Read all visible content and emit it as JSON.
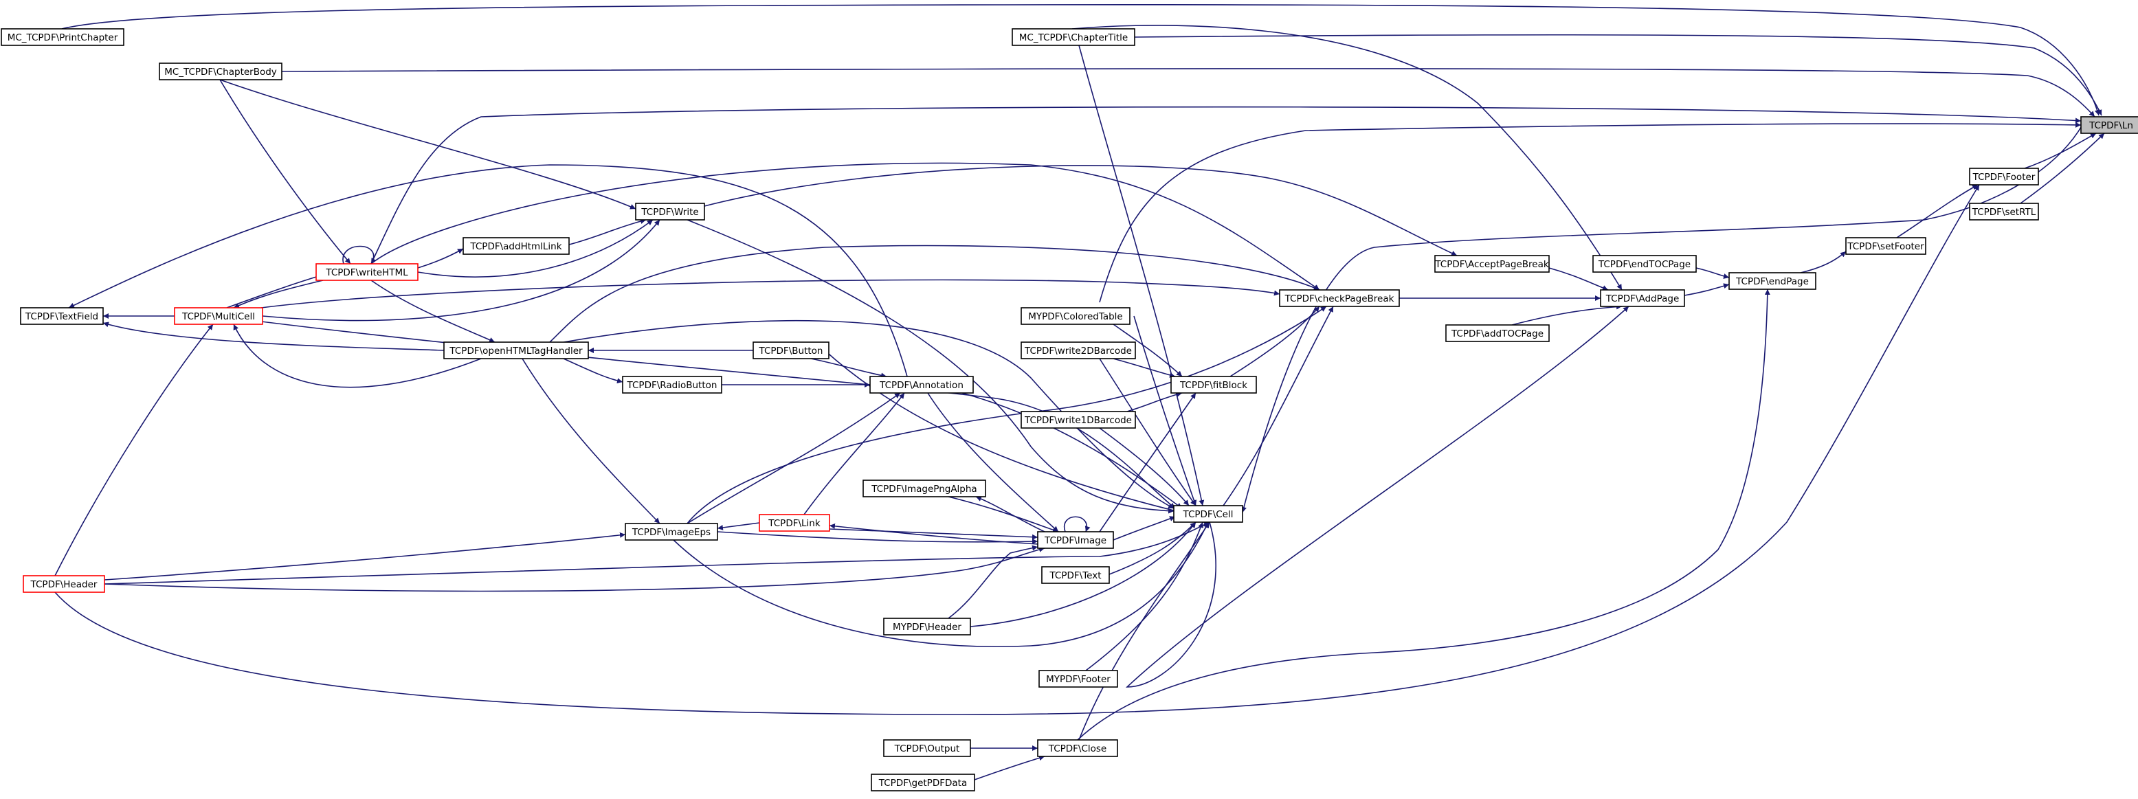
{
  "nodes": {
    "ln": "TCPDF\\Ln",
    "printChapter": "MC_TCPDF\\PrintChapter",
    "chapterTitle": "MC_TCPDF\\ChapterTitle",
    "chapterBody": "MC_TCPDF\\ChapterBody",
    "footer": "TCPDF\\Footer",
    "setRTL": "TCPDF\\setRTL",
    "setFooter": "TCPDF\\setFooter",
    "write": "TCPDF\\Write",
    "endTOCPage": "TCPDF\\endTOCPage",
    "endPage": "TCPDF\\endPage",
    "acceptPageBreak": "TCPDF\\AcceptPageBreak",
    "addHtmlLink": "TCPDF\\addHtmlLink",
    "writeHTML": "TCPDF\\writeHTML",
    "checkPageBreak": "TCPDF\\checkPageBreak",
    "addPage": "TCPDF\\AddPage",
    "textField": "TCPDF\\TextField",
    "multiCell": "TCPDF\\MultiCell",
    "coloredTable": "MYPDF\\ColoredTable",
    "addTOCPage": "TCPDF\\addTOCPage",
    "openHTMLTagHandler": "TCPDF\\openHTMLTagHandler",
    "button": "TCPDF\\Button",
    "write2DBarcode": "TCPDF\\write2DBarcode",
    "radioButton": "TCPDF\\RadioButton",
    "annotation": "TCPDF\\Annotation",
    "fitBlock": "TCPDF\\fitBlock",
    "write1DBarcode": "TCPDF\\write1DBarcode",
    "imagePngAlpha": "TCPDF\\ImagePngAlpha",
    "cell": "TCPDF\\Cell",
    "imageEps": "TCPDF\\ImageEps",
    "link": "TCPDF\\Link",
    "image": "TCPDF\\Image",
    "header": "TCPDF\\Header",
    "text": "TCPDF\\Text",
    "mypdfHeader": "MYPDF\\Header",
    "mypdfFooter": "MYPDF\\Footer",
    "output": "TCPDF\\Output",
    "close": "TCPDF\\Close",
    "getPDFData": "TCPDF\\getPDFData"
  },
  "colors": {
    "edge": "#191970",
    "node_border": "#000000",
    "node_border_truncated": "#ff0000",
    "focus_node_fill": "#bfbfbf"
  }
}
